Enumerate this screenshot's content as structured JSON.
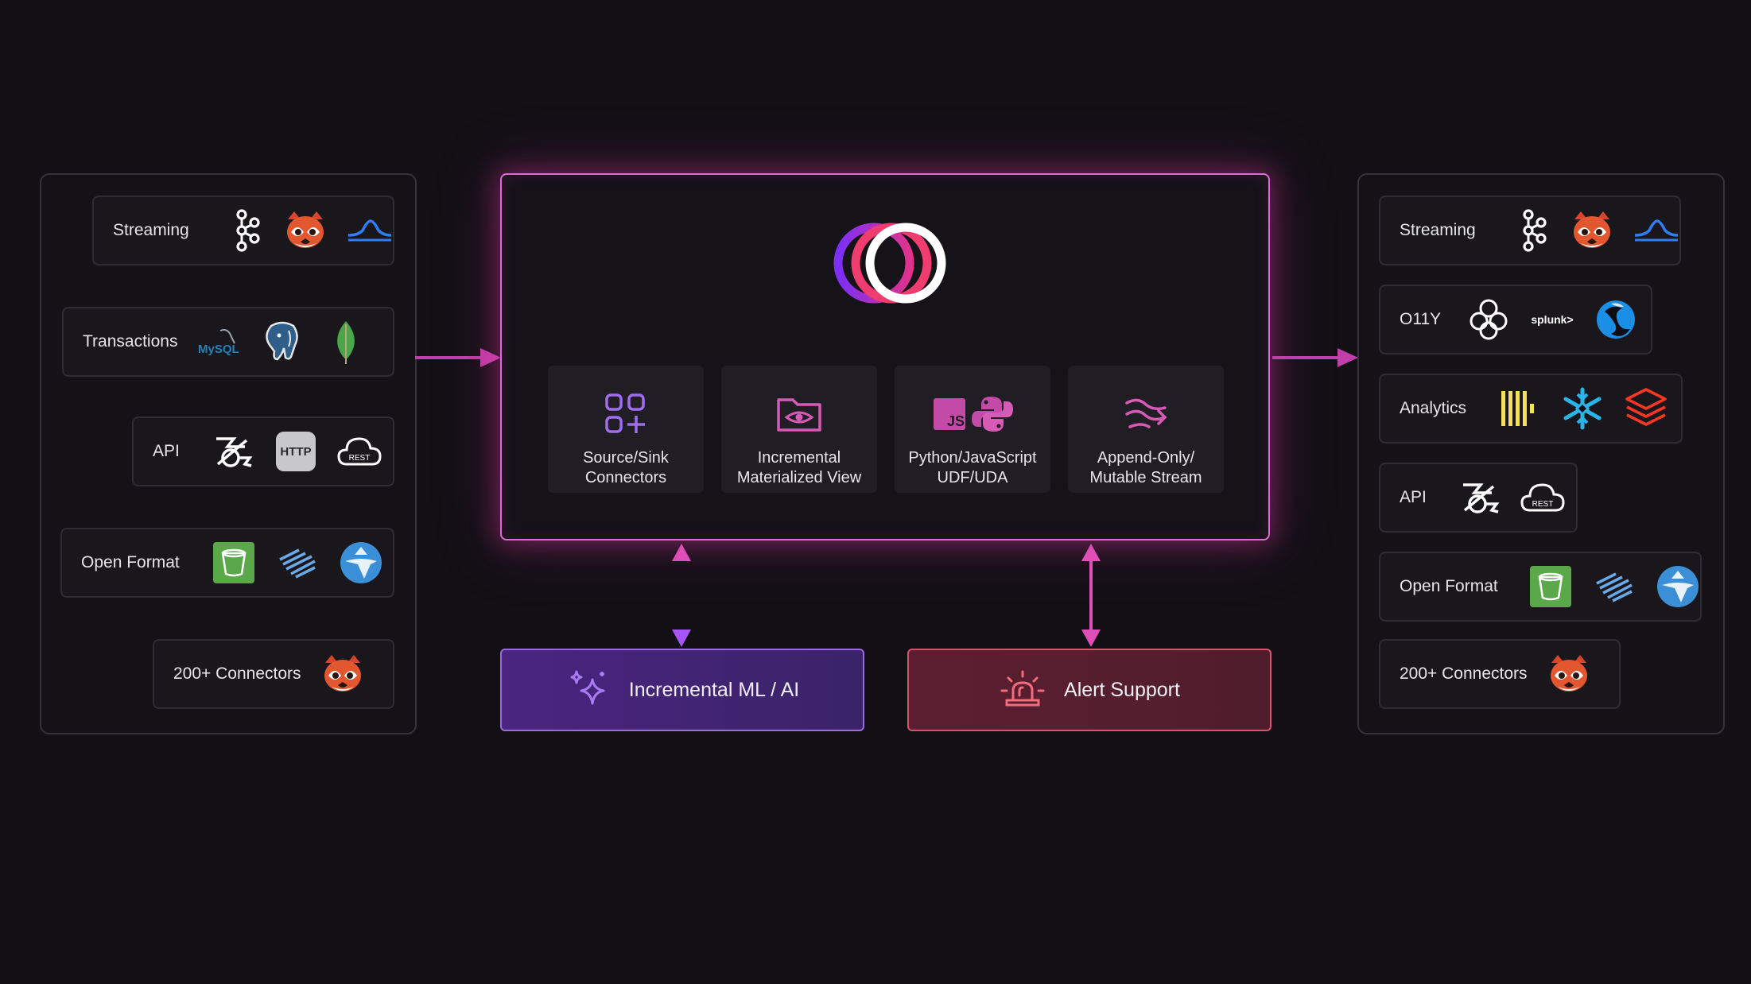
{
  "left_panel": {
    "rows": [
      {
        "label": "Streaming",
        "icons": [
          "kafka-icon",
          "redpanda-icon",
          "pulsar-icon"
        ]
      },
      {
        "label": "Transactions",
        "icons": [
          "mysql-icon",
          "postgres-icon",
          "mongodb-icon"
        ],
        "mysql_text": "MySQL"
      },
      {
        "label": "API",
        "icons": [
          "webhook-icon",
          "http-icon",
          "rest-cloud-icon"
        ],
        "http_text": "HTTP",
        "rest_text": "REST"
      },
      {
        "label": "Open Format",
        "icons": [
          "s3-bucket-icon",
          "delta-lake-icon",
          "iceberg-icon"
        ]
      },
      {
        "label": "200+ Connectors",
        "icons": [
          "redpanda-icon"
        ]
      }
    ]
  },
  "center": {
    "logo": "proton-rings-logo",
    "features": [
      {
        "label": "Source/Sink\nConnectors",
        "icon": "connectors-grid-icon"
      },
      {
        "label": "Incremental\nMaterialized View",
        "icon": "folder-eye-icon"
      },
      {
        "label": "Python/JavaScript\nUDF/UDA",
        "icon": "js-python-icon",
        "js_text": "JS"
      },
      {
        "label": "Append-Only/\nMutable Stream",
        "icon": "stream-waves-icon"
      }
    ]
  },
  "bottom": {
    "ml_label": "Incremental ML / AI",
    "alert_label": "Alert Support"
  },
  "right_panel": {
    "rows": [
      {
        "label": "Streaming",
        "icons": [
          "kafka-icon",
          "redpanda-icon",
          "pulsar-icon"
        ]
      },
      {
        "label": "O11Y",
        "icons": [
          "open-telemetry-icon",
          "splunk-icon",
          "datadog-icon"
        ],
        "splunk_text": "splunk>"
      },
      {
        "label": "Analytics",
        "icons": [
          "clickhouse-icon",
          "snowflake-icon",
          "databricks-icon"
        ]
      },
      {
        "label": "API",
        "icons": [
          "webhook-icon",
          "rest-cloud-icon"
        ],
        "rest_text": "REST"
      },
      {
        "label": "Open Format",
        "icons": [
          "s3-bucket-icon",
          "delta-lake-icon",
          "iceberg-icon"
        ]
      },
      {
        "label": "200+ Connectors",
        "icons": [
          "redpanda-icon"
        ]
      }
    ]
  },
  "colors": {
    "background": "#121015",
    "accent_pink": "#e04fb8",
    "ml_purple": "#4a2a80",
    "alert_red": "#5a2030"
  }
}
